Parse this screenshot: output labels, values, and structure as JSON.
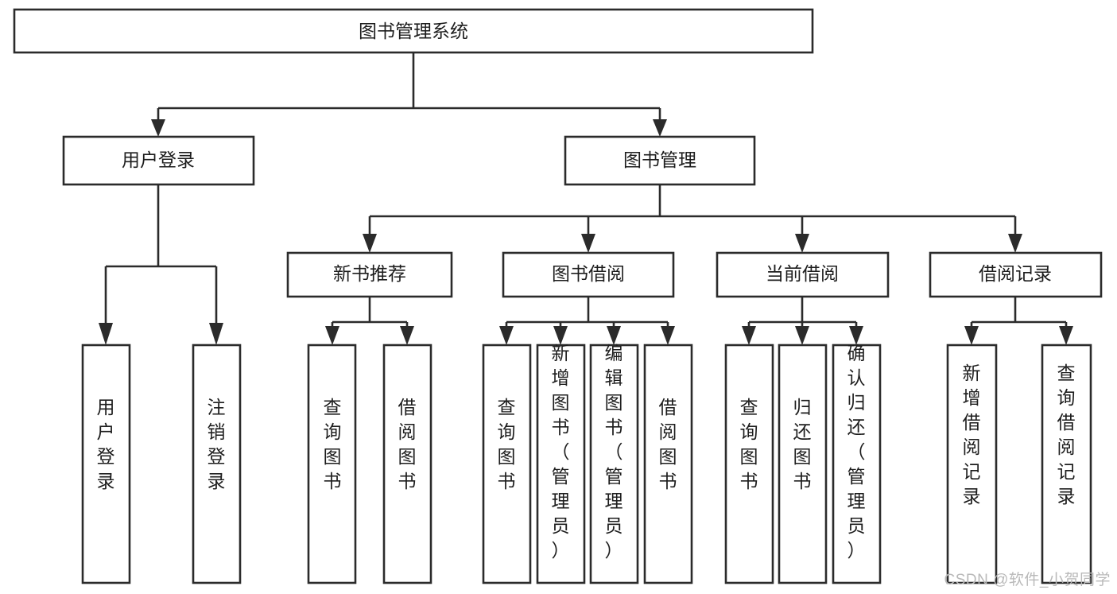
{
  "diagram": {
    "type": "tree-hierarchy",
    "title": "图书管理系统",
    "watermark": "CSDN @软件_小贺同学",
    "stroke_color": "#2b2b2b",
    "node_fill": "#ffffff",
    "text_color": "#1d1d1d",
    "background": "#ffffff",
    "levels": [
      {
        "level": 1,
        "nodes": [
          {
            "id": "root",
            "label": "图书管理系统",
            "orientation": "horizontal"
          }
        ]
      },
      {
        "level": 2,
        "nodes": [
          {
            "id": "login",
            "label": "用户登录",
            "orientation": "horizontal",
            "parent": "root"
          },
          {
            "id": "bookmgmt",
            "label": "图书管理",
            "orientation": "horizontal",
            "parent": "root"
          }
        ]
      },
      {
        "level": 3,
        "nodes": [
          {
            "id": "newbook",
            "label": "新书推荐",
            "orientation": "horizontal",
            "parent": "bookmgmt"
          },
          {
            "id": "borrow",
            "label": "图书借阅",
            "orientation": "horizontal",
            "parent": "bookmgmt"
          },
          {
            "id": "current",
            "label": "当前借阅",
            "orientation": "horizontal",
            "parent": "bookmgmt"
          },
          {
            "id": "records",
            "label": "借阅记录",
            "orientation": "horizontal",
            "parent": "bookmgmt"
          }
        ]
      },
      {
        "level": 4,
        "nodes": [
          {
            "id": "leaf1",
            "label": "用户登录",
            "orientation": "vertical",
            "parent": "login"
          },
          {
            "id": "leaf2",
            "label": "注销登录",
            "orientation": "vertical",
            "parent": "login"
          },
          {
            "id": "leaf3",
            "label": "查询图书",
            "orientation": "vertical",
            "parent": "newbook"
          },
          {
            "id": "leaf4",
            "label": "借阅图书",
            "orientation": "vertical",
            "parent": "newbook"
          },
          {
            "id": "leaf5",
            "label": "查询图书",
            "orientation": "vertical",
            "parent": "borrow"
          },
          {
            "id": "leaf6",
            "label": "新增图书（管理员）",
            "orientation": "vertical",
            "parent": "borrow"
          },
          {
            "id": "leaf7",
            "label": "编辑图书（管理员）",
            "orientation": "vertical",
            "parent": "borrow"
          },
          {
            "id": "leaf8",
            "label": "借阅图书",
            "orientation": "vertical",
            "parent": "borrow"
          },
          {
            "id": "leaf9",
            "label": "查询图书",
            "orientation": "vertical",
            "parent": "current"
          },
          {
            "id": "leaf10",
            "label": "归还图书",
            "orientation": "vertical",
            "parent": "current"
          },
          {
            "id": "leaf11",
            "label": "确认归还（管理员）",
            "orientation": "vertical",
            "parent": "current"
          },
          {
            "id": "leaf12",
            "label": "新增借阅记录",
            "orientation": "vertical",
            "parent": "records"
          },
          {
            "id": "leaf13",
            "label": "查询借阅记录",
            "orientation": "vertical",
            "parent": "records"
          }
        ]
      }
    ],
    "nodes_by_id": {
      "root": "图书管理系统",
      "login": "用户登录",
      "bookmgmt": "图书管理",
      "newbook": "新书推荐",
      "borrow": "图书借阅",
      "current": "当前借阅",
      "records": "借阅记录",
      "leaf1": "用户登录",
      "leaf2": "注销登录",
      "leaf3": "查询图书",
      "leaf4": "借阅图书",
      "leaf5": "查询图书",
      "leaf6": "新增图书（管理员）",
      "leaf7": "编辑图书（管理员）",
      "leaf8": "借阅图书",
      "leaf9": "查询图书",
      "leaf10": "归还图书",
      "leaf11": "确认归还（管理员）",
      "leaf12": "新增借阅记录",
      "leaf13": "查询借阅记录"
    }
  }
}
